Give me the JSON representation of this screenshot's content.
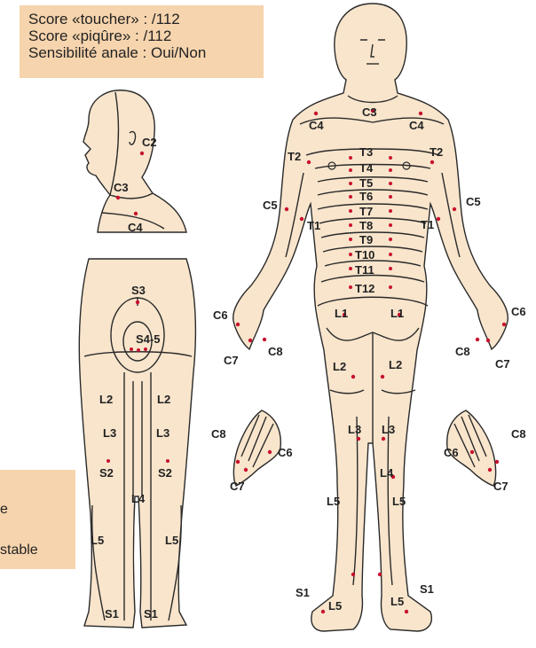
{
  "score_box": {
    "line1": "Score «toucher» :    /112",
    "line2": "Score «piqûre» :    /112",
    "line3": "Sensibilité anale : Oui/Non"
  },
  "legend_box": {
    "line1": "e",
    "line2": "stable"
  },
  "colors": {
    "skin": "#f8e5cc",
    "panel": "#f6d4ad",
    "outline": "#2a2a2a",
    "key_point": "#c8102e"
  },
  "labels": {
    "head_c2": "C2",
    "head_c3": "C3",
    "head_c4": "C4",
    "back_s3": "S3",
    "back_s45": "S4-5",
    "back_l2_l": "L2",
    "back_l2_r": "L2",
    "back_l3_l": "L3",
    "back_l3_r": "L3",
    "back_s2_l": "S2",
    "back_s2_r": "S2",
    "back_l4": "L4",
    "back_l5_l": "L5",
    "back_l5_r": "L5",
    "back_s1_l": "S1",
    "back_s1_r": "S1",
    "front_c3": "C3",
    "front_c4_l": "C4",
    "front_c4_r": "C4",
    "front_t2_l": "T2",
    "front_t2_r": "T2",
    "t3": "T3",
    "t4": "T4",
    "t5": "T5",
    "t6": "T6",
    "t7": "T7",
    "t8": "T8",
    "t9": "T9",
    "t10": "T10",
    "t11": "T11",
    "t12": "T12",
    "front_c5_l": "C5",
    "front_c5_r": "C5",
    "front_t1_l": "T1",
    "front_t1_r": "T1",
    "front_c6_l": "C6",
    "front_c6_r": "C6",
    "front_c7_l": "C7",
    "front_c7_r": "C7",
    "front_c8_l": "C8",
    "front_c8_r": "C8",
    "front_l1_l": "L1",
    "front_l1_r": "L1",
    "front_l2_l": "L2",
    "front_l2_r": "L2",
    "front_l3_l": "L3",
    "front_l3_r": "L3",
    "front_l4": "L4",
    "front_l5_l": "L5",
    "front_l5_r": "L5",
    "front_s1_l": "S1",
    "front_s1_r": "S1",
    "front_l5f_l": "L5",
    "front_l5f_r": "L5",
    "hand_l_c8": "C8",
    "hand_l_c6": "C6",
    "hand_l_c7": "C7",
    "hand_r_c8": "C8",
    "hand_r_c6": "C6",
    "hand_r_c7": "C7"
  }
}
